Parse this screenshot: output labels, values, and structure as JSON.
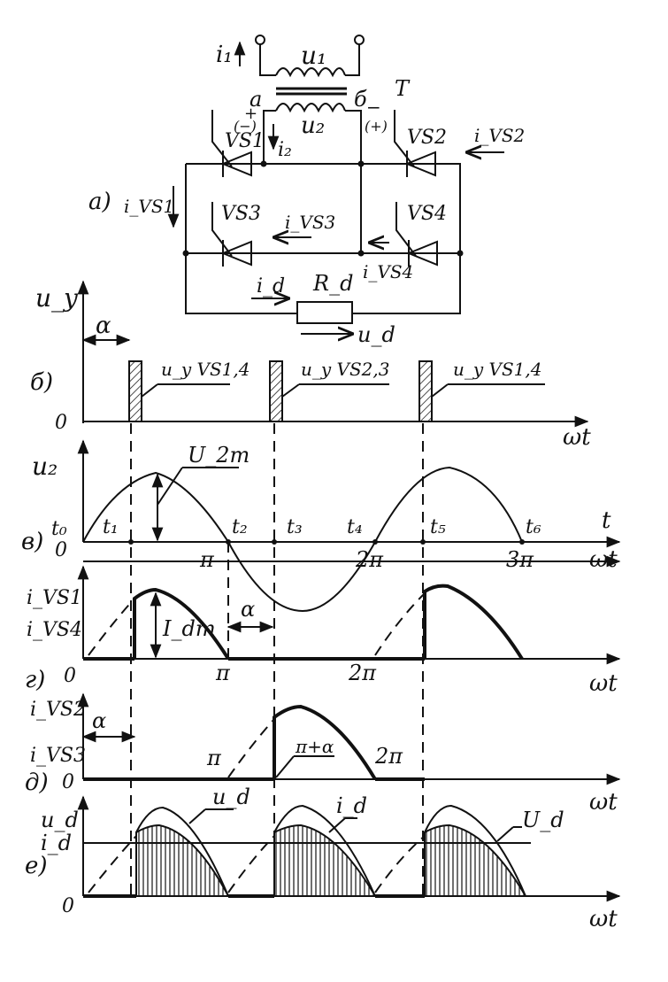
{
  "circuit": {
    "part_label": "а)",
    "primary_current": "i₁",
    "primary_voltage": "u₁",
    "secondary_voltage": "u₂",
    "secondary_current": "i₂",
    "node_a": "а",
    "node_b": "б",
    "transformer": "Т",
    "polarity_plus": "+",
    "polarity_minus": "−",
    "polarity_paren_minus": "(−)",
    "polarity_paren_plus": "(+)",
    "thyristors": [
      "VS1",
      "VS2",
      "VS3",
      "VS4"
    ],
    "currents": [
      "i_VS1",
      "i_VS2",
      "i_VS3",
      "i_VS4"
    ],
    "load": "R_d",
    "load_current": "i_d",
    "load_voltage": "u_d"
  },
  "plots": {
    "b": {
      "part_label": "б)",
      "y_label": "u_y",
      "x_label": "ωt",
      "origin": "0",
      "alpha": "α",
      "pulse_labels": [
        "u_y VS1,4",
        "u_y VS2,3",
        "u_y VS1,4"
      ]
    },
    "v": {
      "part_label": "в)",
      "y_label": "u₂",
      "x_label": "ωt",
      "t_axis_label": "t",
      "origin": "0",
      "amplitude": "U_2m",
      "time_labels": [
        "t₀",
        "t₁",
        "t₂",
        "t₃",
        "t₄",
        "t₅",
        "t₆"
      ],
      "tick_labels": [
        "π",
        "2π",
        "3π"
      ]
    },
    "g": {
      "part_label": "г)",
      "y_label_1": "i_VS1",
      "y_label_2": "i_VS4",
      "x_label": "ωt",
      "origin": "0",
      "amplitude": "I_dm",
      "alpha": "α",
      "tick_labels": [
        "π",
        "2π"
      ]
    },
    "d": {
      "part_label": "д)",
      "y_label_1": "i_VS2",
      "y_label_2": "i_VS3",
      "x_label": "ωt",
      "origin": "0",
      "alpha": "α",
      "tick_labels": [
        "π",
        "π+α",
        "2π"
      ]
    },
    "e": {
      "part_label": "е)",
      "y_label_1": "u_d",
      "y_label_2": "i_d",
      "x_label": "ωt",
      "origin": "0",
      "curve_labels": [
        "u_d",
        "i_d",
        "U_d"
      ]
    }
  }
}
